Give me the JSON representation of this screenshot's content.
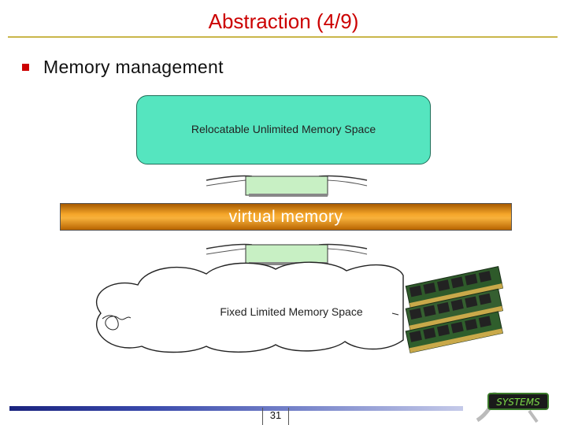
{
  "slide": {
    "title": "Abstraction (4/9)",
    "bullet": "Memory management",
    "page_number": "31"
  },
  "diagram": {
    "top_box_label": "Relocatable Unlimited Memory Space",
    "middle_bar_label": "virtual memory",
    "cloud_label": "Fixed Limited Memory Space",
    "logo_text": "SYSTEMS"
  },
  "colors": {
    "title": "#cc0000",
    "top_box_fill": "#55e5bf",
    "connector_fill": "#c8f0c4",
    "vm_bar": "#f5a62a",
    "rule": "#c9b64a",
    "footer": "#1a237e"
  },
  "icons": [
    "bullet-square-icon",
    "ram-modules-icon",
    "logo-icon"
  ]
}
